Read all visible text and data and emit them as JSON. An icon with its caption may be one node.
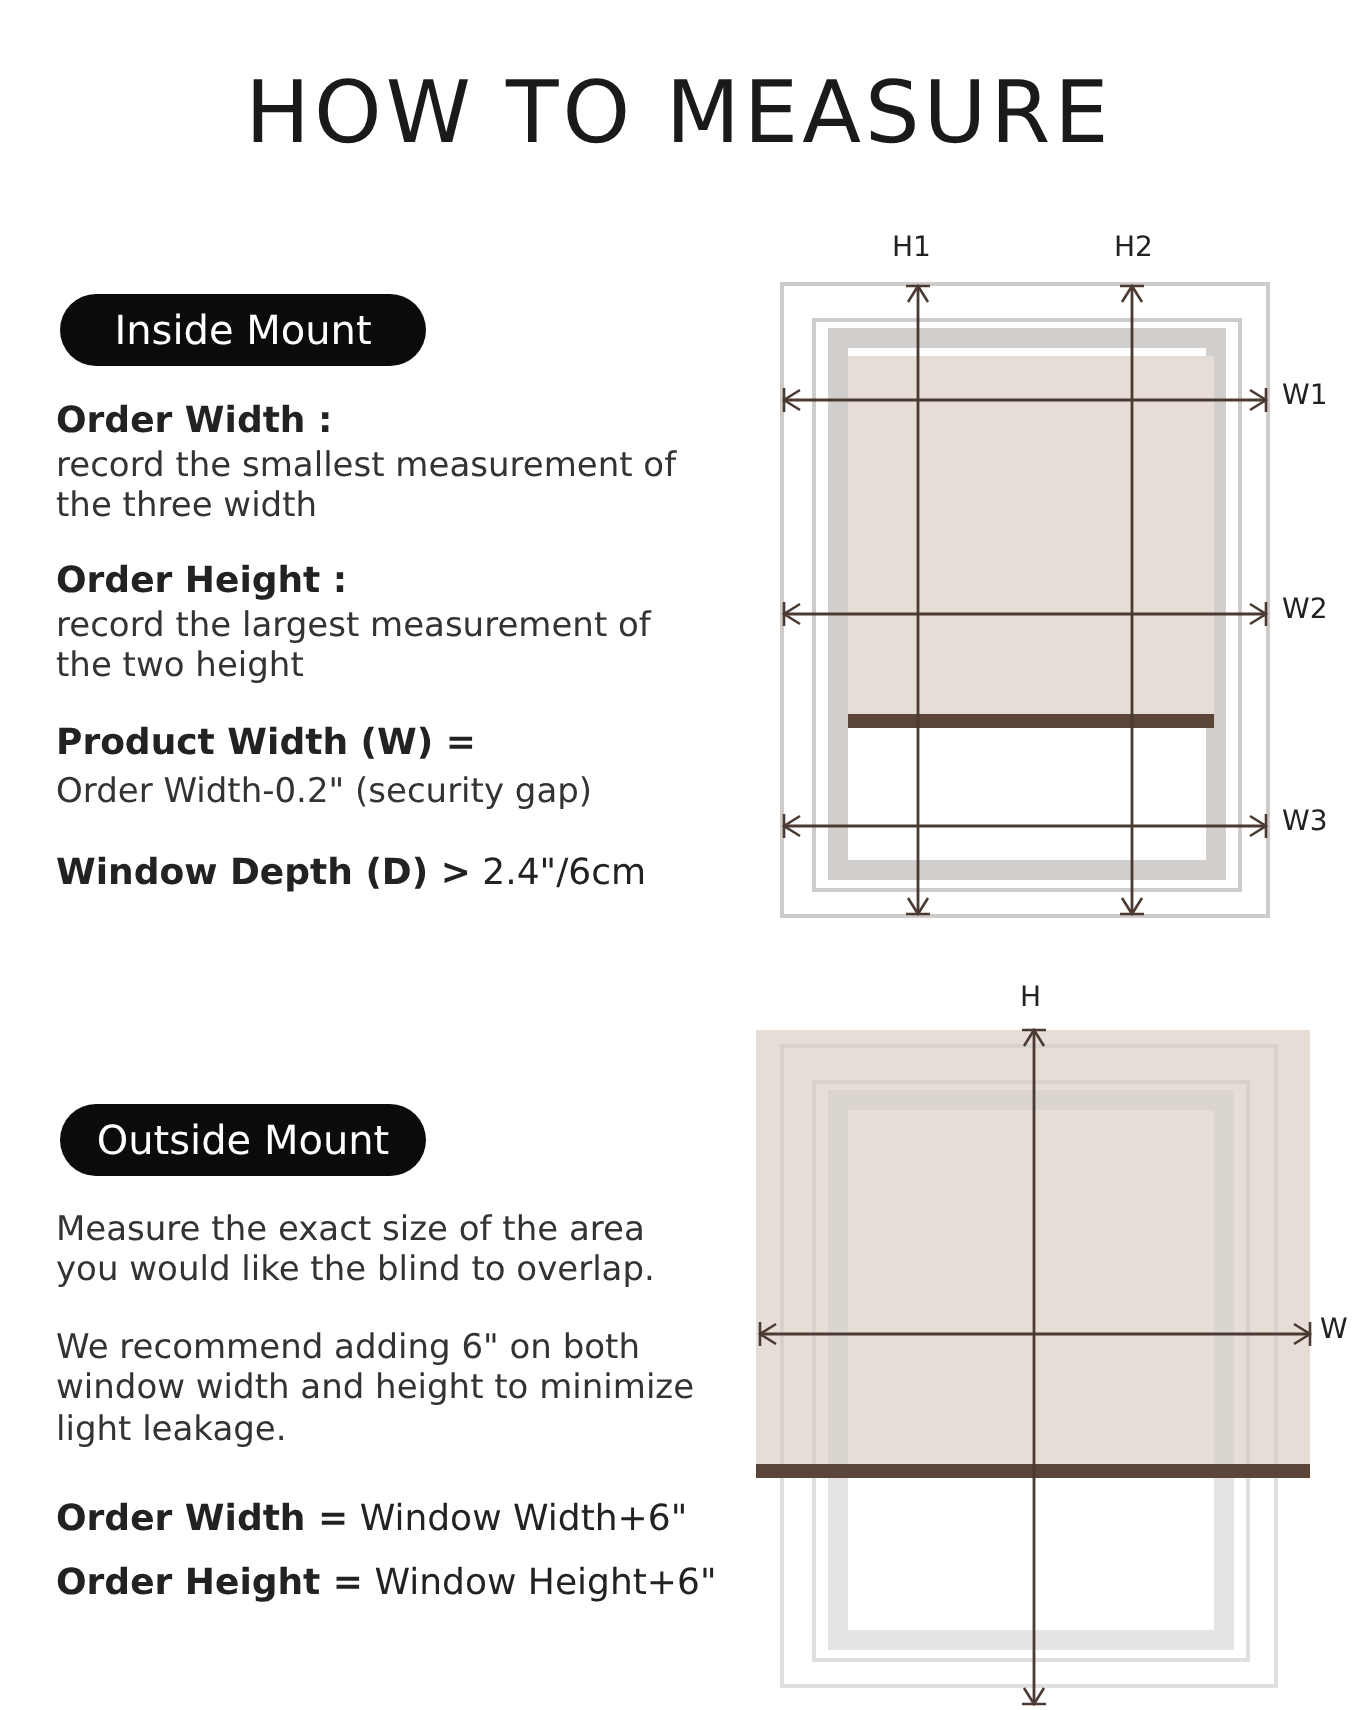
{
  "diagram": {
    "title": "HOW TO MEASURE",
    "nodes": [
      {
        "text": [
          "Inside Mount"
        ]
      },
      {
        "text": [
          "Outside Mount"
        ]
      }
    ],
    "labels": [
      "H1",
      "H2",
      "Order Width :",
      "record the smallest measurement of the three width",
      "W1",
      "Order Height :",
      "record the largest measurement of the two height",
      "W2",
      "Product Width (W) =",
      "Order Width-0.2\" (security gap)",
      "W3",
      "**Window Depth (D) >** 2.4\"/6cm",
      "H",
      "Measure the exact size of the area you would like the blind to overlap.",
      "We recommend adding 6\" on both window width and height to minimize light leakage.",
      "W",
      "**Order Width =** Window Width+6\"",
      "**Order Height =** Window Height+6\""
    ]
  }
}
